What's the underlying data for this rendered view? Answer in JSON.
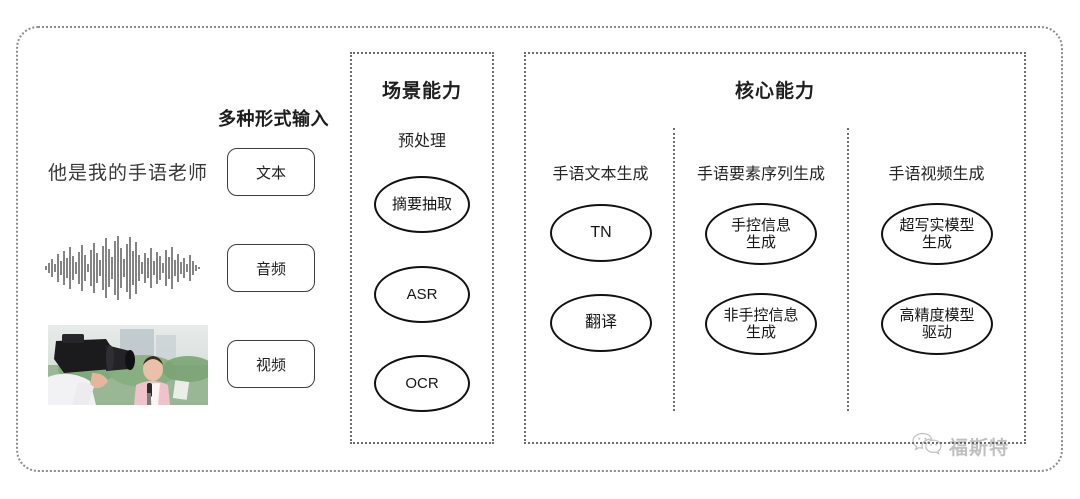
{
  "diagram": {
    "input_section": {
      "heading": "多种形式输入",
      "sample_text": "他是我的手语老师",
      "modalities": [
        {
          "label": "文本",
          "icon": "text-icon"
        },
        {
          "label": "音频",
          "icon": "audio-waveform-icon"
        },
        {
          "label": "视频",
          "icon": "video-thumbnail-icon"
        }
      ]
    },
    "panels": [
      {
        "id": "scene",
        "title": "场景能力",
        "columns": [
          {
            "id": "preprocess",
            "label": "预处理",
            "nodes": [
              "摘要抽取",
              "ASR",
              "OCR"
            ]
          }
        ]
      },
      {
        "id": "core",
        "title": "核心能力",
        "columns": [
          {
            "id": "sign-text-generation",
            "label": "手语文本生成",
            "nodes": [
              "TN",
              "翻译"
            ]
          },
          {
            "id": "sign-element-sequence-generation",
            "label": "手语要素序列生成",
            "nodes": [
              "手控信息\n生成",
              "非手控信息\n生成"
            ]
          },
          {
            "id": "sign-video-generation",
            "label": "手语视频生成",
            "nodes": [
              "超写实模型\n生成",
              "高精度模型\n驱动"
            ]
          }
        ]
      }
    ],
    "watermark": {
      "text": "福斯特",
      "icon": "wechat-icon"
    },
    "colors": {
      "background": "#ffffff",
      "frame_border": "#8d8d8d",
      "panel_border": "#6f6f6f",
      "node_border": "#111111",
      "text": "#1f1f1f"
    }
  }
}
